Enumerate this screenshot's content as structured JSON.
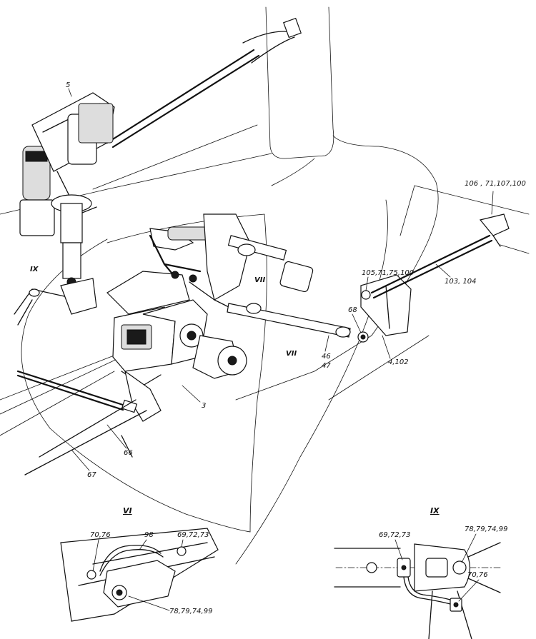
{
  "labels": {
    "l5": "5",
    "l3": "3",
    "l66": "66",
    "l67": "67",
    "l46": "46",
    "l47": "47",
    "l68": "68",
    "l4_102": "4,102",
    "l103_104": "103, 104",
    "l105": "105,71,75,100",
    "l106": "106 , 71,107,100",
    "roman_vii_upper": "VII",
    "roman_vii_lower": "VII",
    "roman_ix_main": "IX"
  },
  "view_vi": {
    "title": "VI",
    "l70_76": "70,76",
    "l98": "98",
    "l69_72_73": "69,72,73",
    "l78": "78,79,74,99"
  },
  "view_ix": {
    "title": "IX",
    "l69_72_73": "69,72,73",
    "l78": "78,79,74,99",
    "l70_76": "70,76"
  }
}
